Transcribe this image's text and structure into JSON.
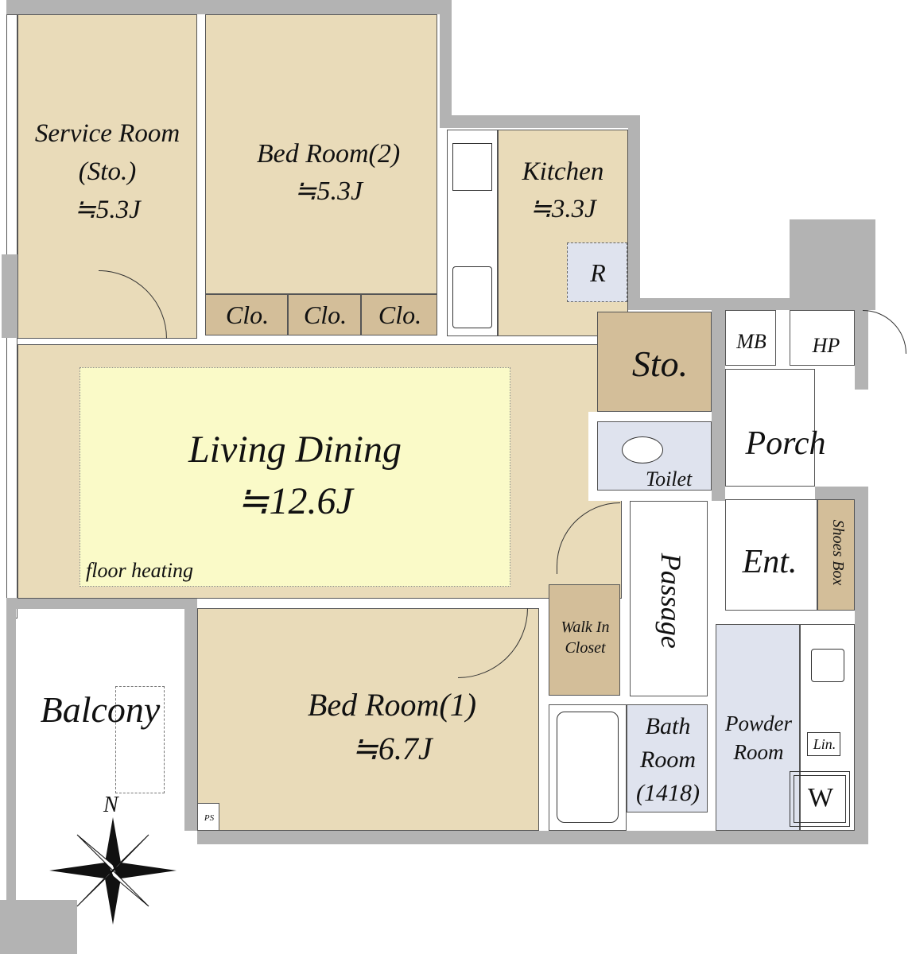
{
  "rooms": {
    "service_room": {
      "name": "Service Room",
      "sub": "(Sto.)",
      "area": "≒5.3J"
    },
    "bedroom2": {
      "name": "Bed Room(2)",
      "area": "≒5.3J"
    },
    "kitchen": {
      "name": "Kitchen",
      "area": "≒3.3J"
    },
    "closets": [
      "Clo.",
      "Clo.",
      "Clo."
    ],
    "refrigerator": "R",
    "living": {
      "name": "Living Dining",
      "area": "≒12.6J",
      "note": "floor heating"
    },
    "storage": "Sto.",
    "mb": "MB",
    "hp": "HP",
    "porch": "Porch",
    "toilet": "Toilet",
    "entrance": "Ent.",
    "shoes_box": "Shoes Box",
    "passage": "Passage",
    "walk_in_closet": {
      "line1": "Walk In",
      "line2": "Closet"
    },
    "bedroom1": {
      "name": "Bed Room(1)",
      "area": "≒6.7J"
    },
    "balcony": "Balcony",
    "bath": {
      "line1": "Bath",
      "line2": "Room",
      "line3": "(1418)"
    },
    "powder": {
      "line1": "Powder",
      "line2": "Room"
    },
    "linen": "Lin.",
    "washer": "W",
    "ps": "PS"
  },
  "compass": {
    "north": "N"
  },
  "colors": {
    "wall": "#b3b3b3",
    "room": "#e9dbb9",
    "storage": "#d3be99",
    "wet": "#dfe3ee",
    "living_heated": "#fafac8"
  }
}
